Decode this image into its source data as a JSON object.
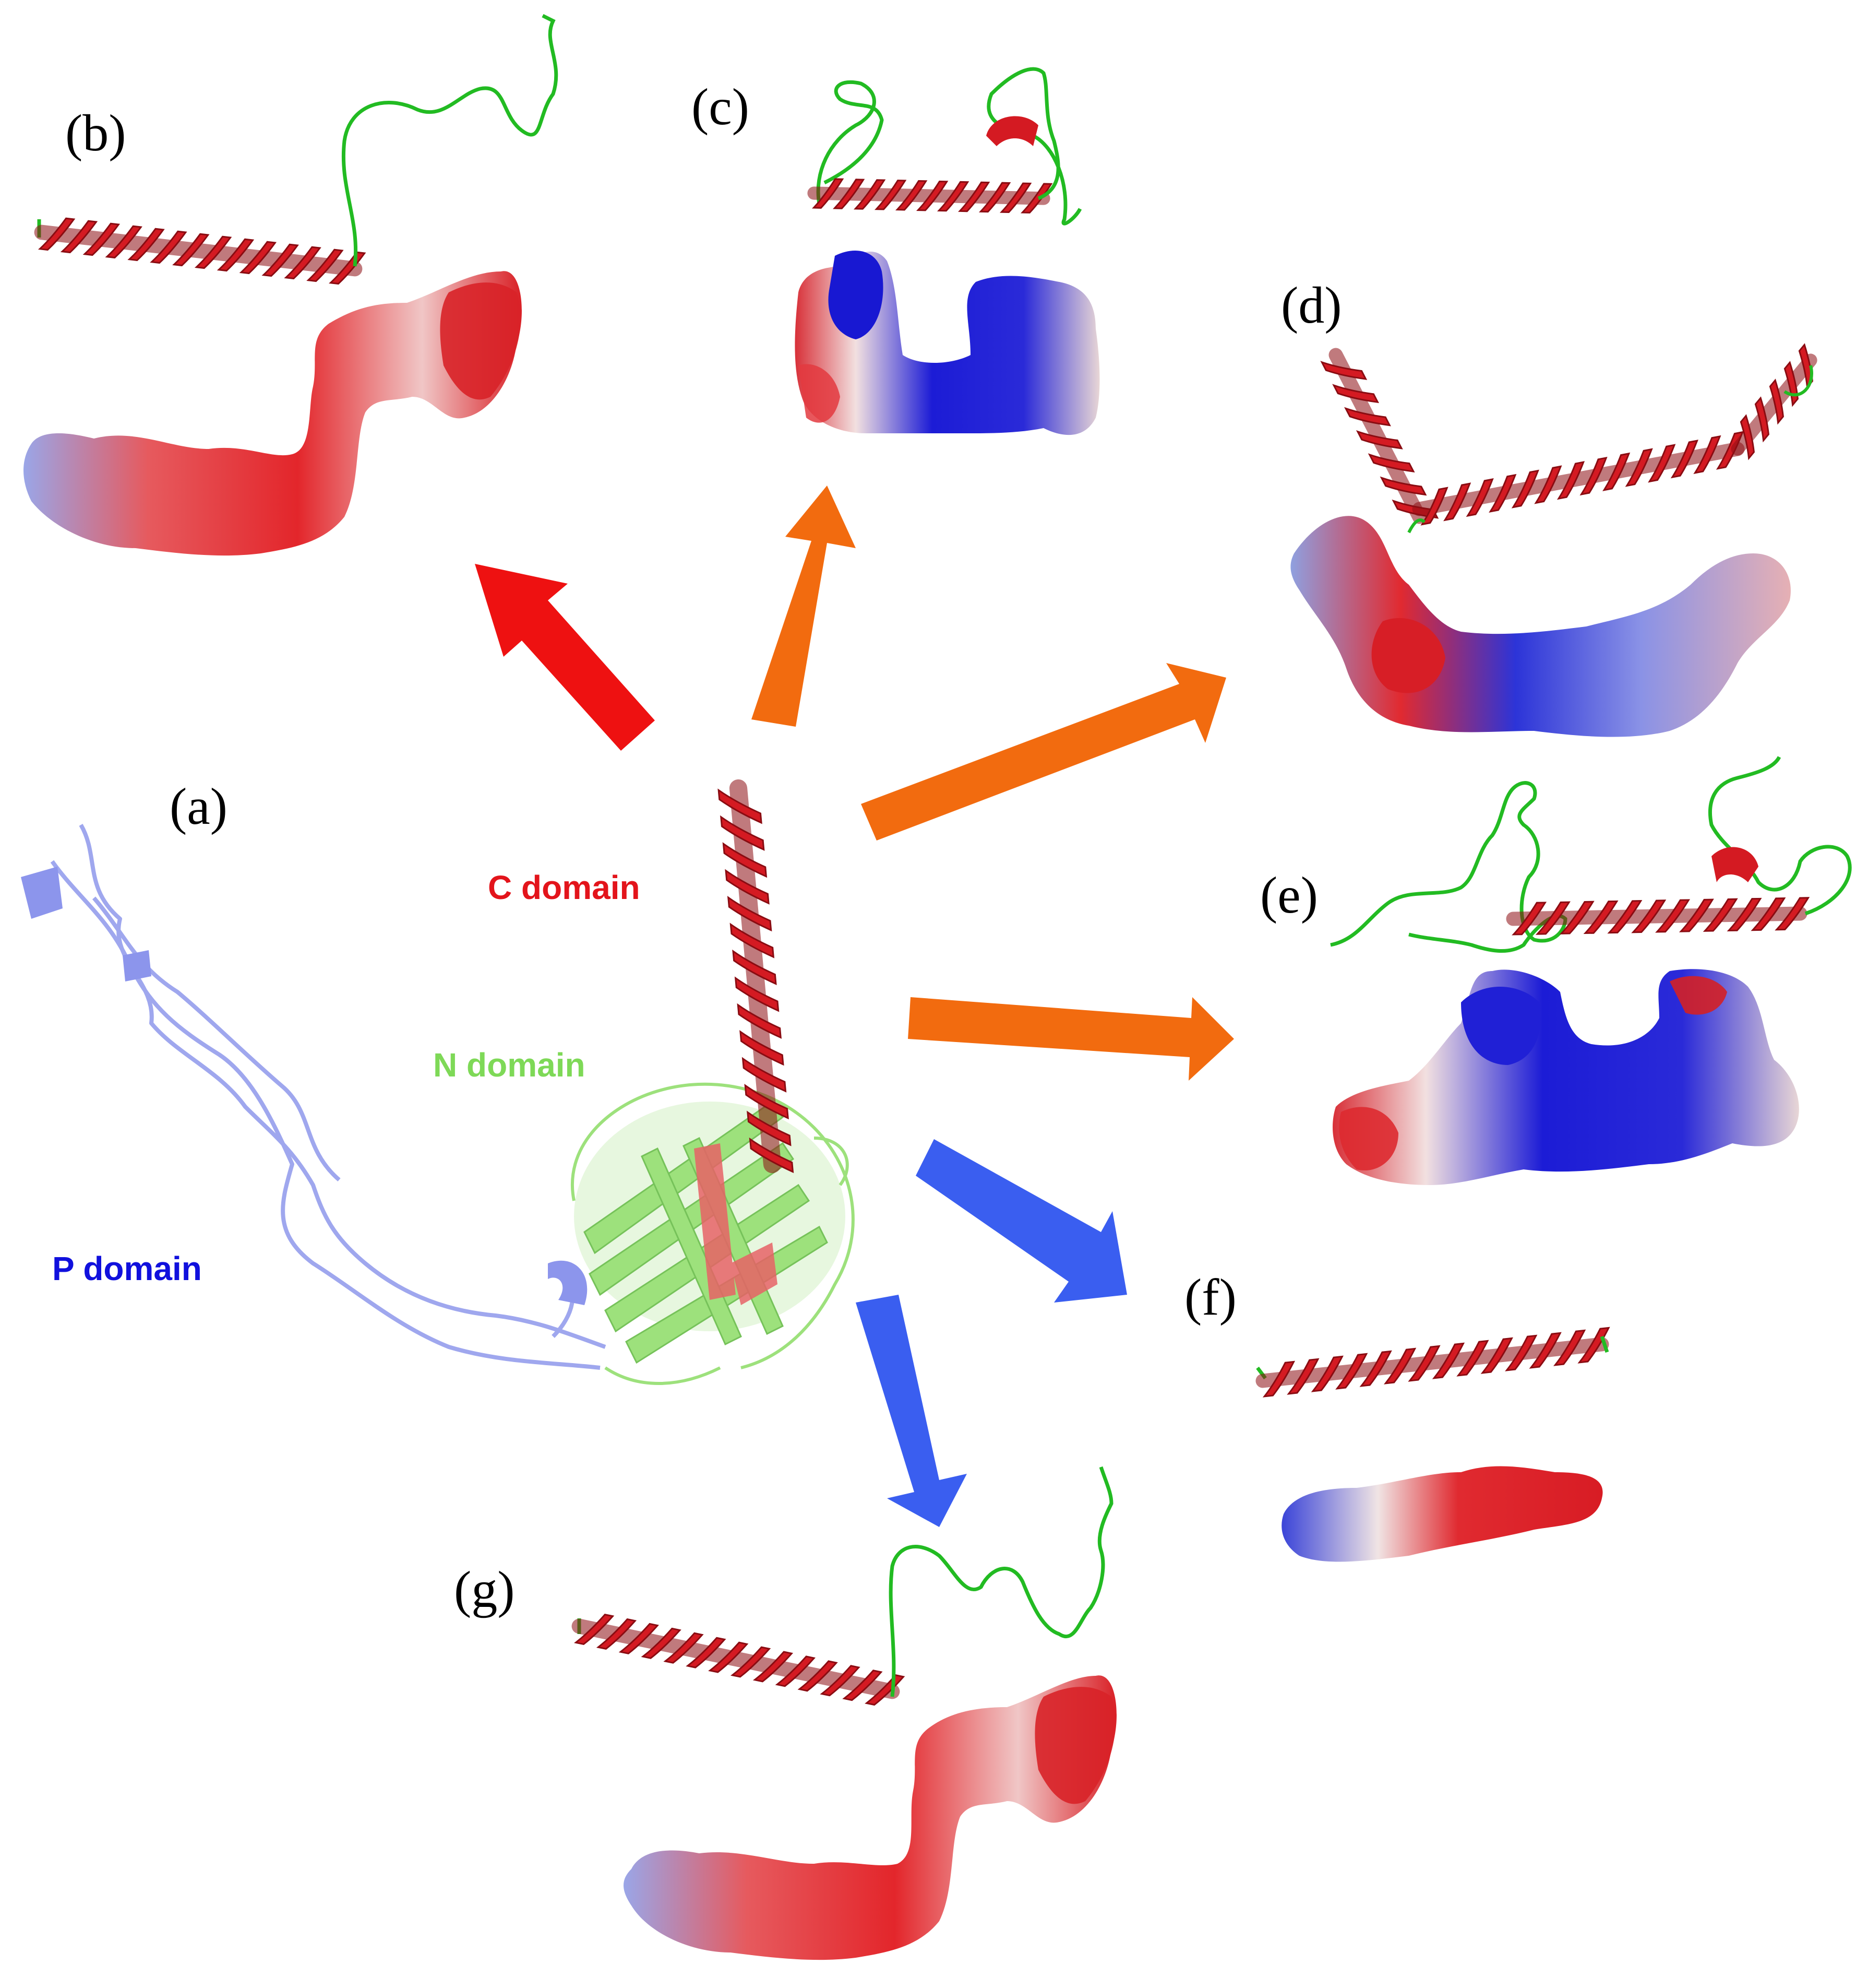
{
  "panels": {
    "a": "(a)",
    "b": "(b)",
    "c": "(c)",
    "d": "(d)",
    "e": "(e)",
    "f": "(f)",
    "g": "(g)"
  },
  "domains": {
    "c_domain": "C domain",
    "n_domain": "N domain",
    "p_domain": "P domain"
  },
  "colors": {
    "c_domain": "#e3141b",
    "n_domain": "#7ed957",
    "p_domain": "#1010dd",
    "p_domain_ribbon": "#9aa3ee",
    "helix": "#d41a22",
    "coil": "#22bb22",
    "surface_negative": "#e0262b",
    "surface_positive": "#1414d4",
    "surface_neutral": "#f2eeee",
    "arrow_red": "#ee1111",
    "arrow_orange": "#f26b0f",
    "arrow_blue": "#3a5ef0"
  }
}
